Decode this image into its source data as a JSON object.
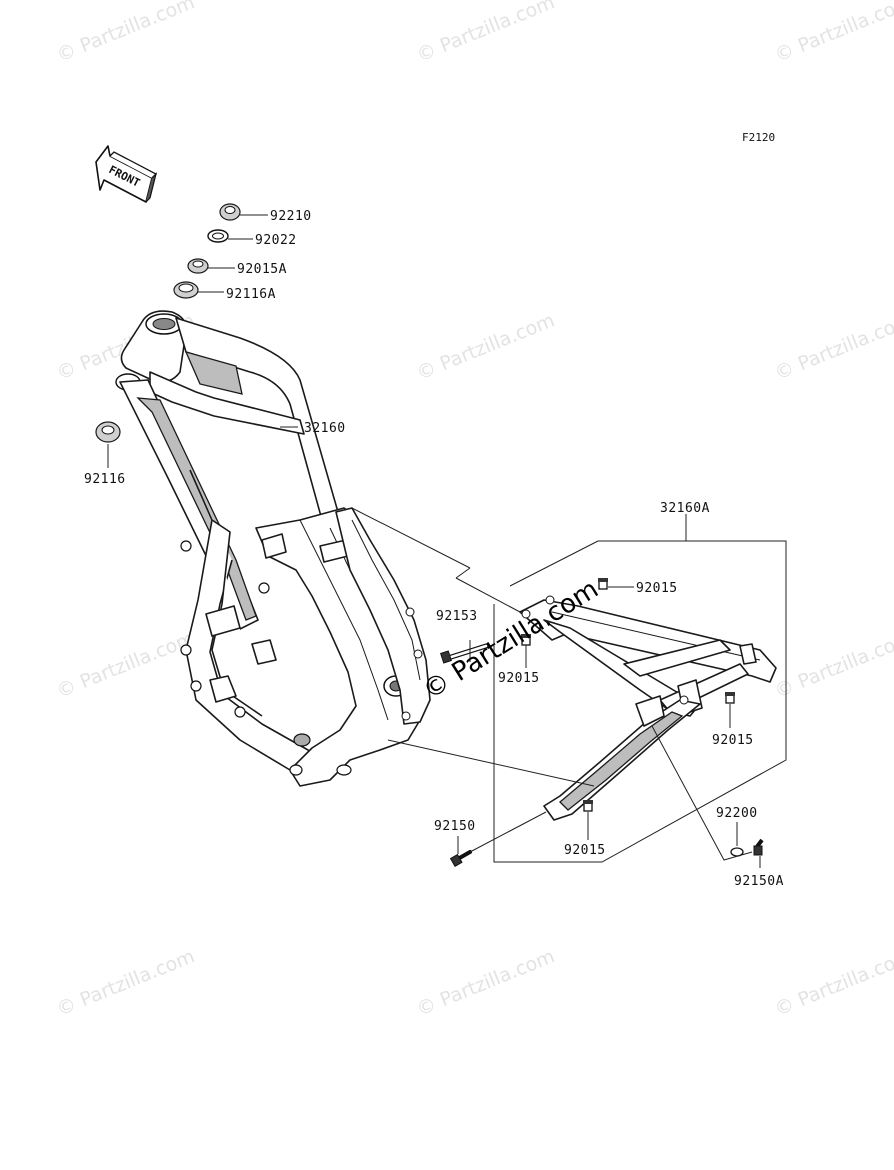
{
  "diagram": {
    "code": "F2120",
    "front_label": "FRONT",
    "watermark": "© Partzilla.com",
    "callouts": [
      {
        "id": "92210",
        "label": "92210"
      },
      {
        "id": "92022",
        "label": "92022"
      },
      {
        "id": "92015A",
        "label": "92015A"
      },
      {
        "id": "92116A",
        "label": "92116A"
      },
      {
        "id": "32160",
        "label": "32160"
      },
      {
        "id": "92116",
        "label": "92116"
      },
      {
        "id": "32160A",
        "label": "32160A"
      },
      {
        "id": "92015_a",
        "label": "92015"
      },
      {
        "id": "92153",
        "label": "92153"
      },
      {
        "id": "92015_b",
        "label": "92015"
      },
      {
        "id": "92015_c",
        "label": "92015"
      },
      {
        "id": "92200",
        "label": "92200"
      },
      {
        "id": "92150",
        "label": "92150"
      },
      {
        "id": "92015_d",
        "label": "92015"
      },
      {
        "id": "92150A",
        "label": "92150A"
      }
    ]
  }
}
